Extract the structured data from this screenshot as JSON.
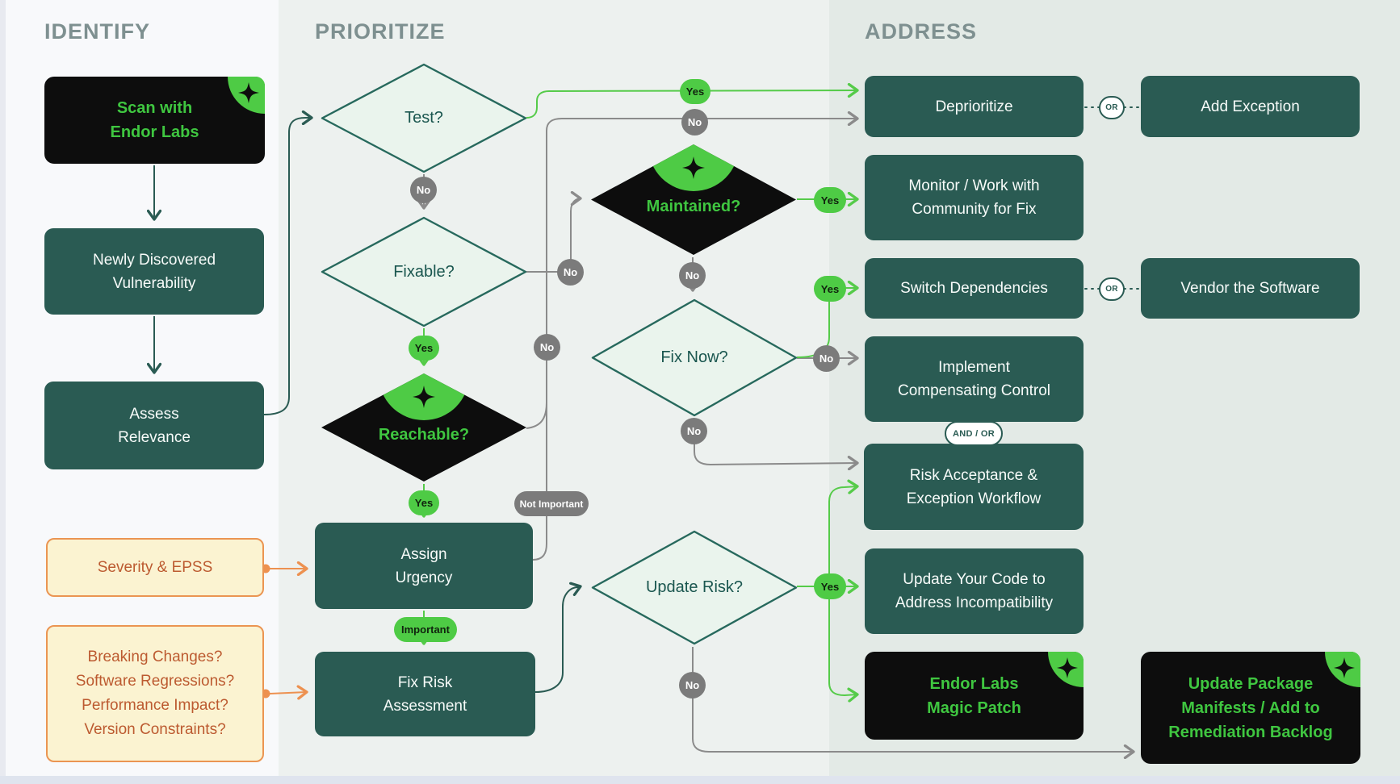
{
  "columns": {
    "identify": "IDENTIFY",
    "prioritize": "PRIORITIZE",
    "address": "ADDRESS"
  },
  "nodes": {
    "scan": {
      "label": "Scan with\nEndor Labs"
    },
    "newly": {
      "label": "Newly Discovered\nVulnerability"
    },
    "assess": {
      "label": "Assess\nRelevance"
    },
    "severity": {
      "label": "Severity & EPSS"
    },
    "fix_questions": {
      "label": "Breaking Changes?\nSoftware Regressions?\nPerformance Impact?\nVersion Constraints?"
    },
    "test": {
      "label": "Test?"
    },
    "fixable": {
      "label": "Fixable?"
    },
    "reachable": {
      "label": "Reachable?"
    },
    "assign_urgency": {
      "label": "Assign\nUrgency"
    },
    "fix_risk": {
      "label": "Fix Risk\nAssessment"
    },
    "maintained": {
      "label": "Maintained?"
    },
    "fix_now": {
      "label": "Fix Now?"
    },
    "update_risk": {
      "label": "Update Risk?"
    },
    "deprioritize": {
      "label": "Deprioritize"
    },
    "add_exception": {
      "label": "Add Exception"
    },
    "monitor": {
      "label": "Monitor / Work with\nCommunity for Fix"
    },
    "switch_deps": {
      "label": "Switch Dependencies"
    },
    "vendor": {
      "label": "Vendor the Software"
    },
    "compensating": {
      "label": "Implement\nCompensating Control"
    },
    "risk_acceptance": {
      "label": "Risk Acceptance &\nException Workflow"
    },
    "update_code": {
      "label": "Update Your Code to\nAddress Incompatibility"
    },
    "magic_patch": {
      "label": "Endor Labs\nMagic Patch"
    },
    "update_manifests": {
      "label": "Update Package\nManifests / Add to\nRemediation Backlog"
    }
  },
  "connectors": {
    "yes": "Yes",
    "no": "No",
    "important": "Important",
    "not_important": "Not Important",
    "or": "OR",
    "and_or": "AND / OR"
  },
  "colors": {
    "teal_box": "#2a5b53",
    "black_box": "#0d0d0d",
    "accent_green": "#4ecb45",
    "green_text": "#3fc640",
    "gray_badge": "#7b7b7b",
    "cream_fill": "#fbf3d1",
    "orange": "#ed9150",
    "rust_text": "#bc5a30",
    "diamond_fill": "#eaf4ed",
    "panel_identify": "#f8f9fb",
    "panel_prioritize": "#edf1ef",
    "panel_address": "#e3eae6"
  }
}
